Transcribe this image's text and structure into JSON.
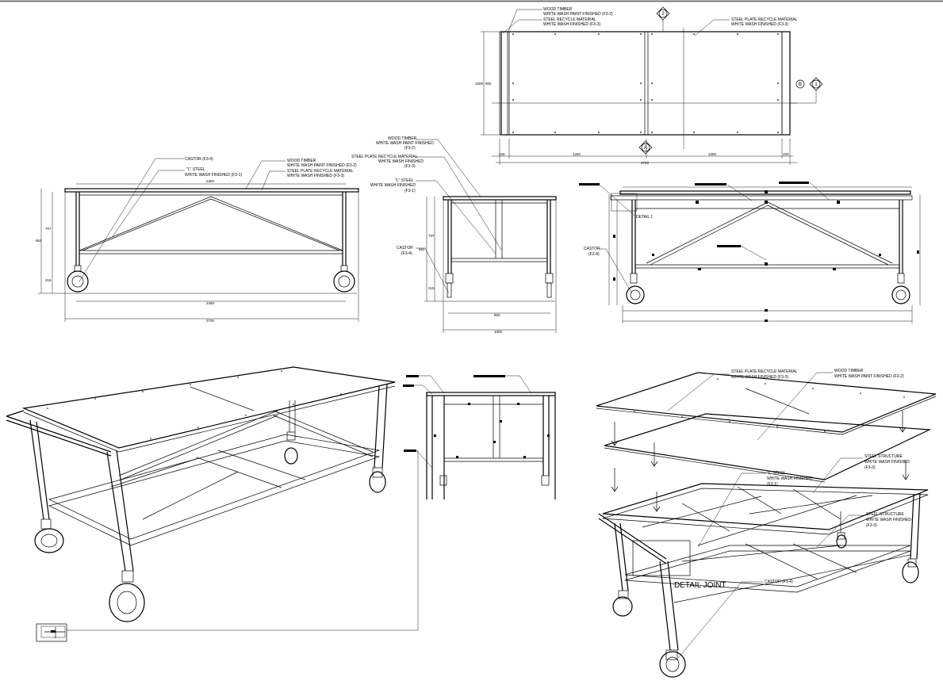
{
  "labels": {
    "wood_timber": "WOOD TIMBER",
    "wood_timber_finish": "WHITE WASH PAINT FINISHED (F3-2)",
    "steel_recycle": "STEEL RECYCLE MATERIAL",
    "steel_recycle_finish": "WHITE WASH FINISHED (F3-3)",
    "steel_plate": "STEEL PLATE RECYCLE MATERIAL",
    "steel_plate_finish": "WHITE WASH FINISHED (F3-3)",
    "castor": "CASTOR (F3-4)",
    "castor_short": "CASTOR",
    "castor_code": "(F3-4)",
    "l_steel": "\"L\" STEEL",
    "l_steel_finish": "WHITE WASH FINISHED (F3-1)",
    "wood_timber_l1": "WOOD TIMBER",
    "wood_timber_l2": "WHITE WASH PAINT FINISHED",
    "wood_timber_l3": "(F3-2)",
    "steel_plate_l1": "STEEL PLATE RECYCLE MATERIAL",
    "steel_plate_l2": "WHITE WASH FINISHED",
    "steel_plate_l3": "(F3-3)",
    "l_steel_l1": "\"L\" STEEL",
    "l_steel_l2": "WHITE WASH FINISHED",
    "l_steel_l3": "(F3-1)",
    "steel_structure": "STEEL STRUCTURE",
    "steel_structure_finish": "WHITE WASH FINISHED",
    "steel_structure_code": "(F3-3)",
    "detail_1": "DETAIL 1",
    "detail_joint": "DETAIL JOINT"
  },
  "section_tags": {
    "tag_2": "2",
    "tag_b": "B",
    "tag_1": "1",
    "tag_a": "A"
  },
  "dimensions": {
    "plan_width_total": "2700",
    "plan_half_left": "1250",
    "plan_half_right": "1250",
    "plan_edge_left": "100",
    "plan_edge_right": "100",
    "plan_depth": "1000",
    "plan_depth_inner": "800",
    "front_top": "2300",
    "front_mid": "2450",
    "front_total": "2700",
    "front_height": "862",
    "front_upper": "707",
    "front_lower": "215",
    "side_inner": "850",
    "side_total": "1000",
    "side_height": "862",
    "side_upper": "707",
    "side_lower": "215"
  }
}
